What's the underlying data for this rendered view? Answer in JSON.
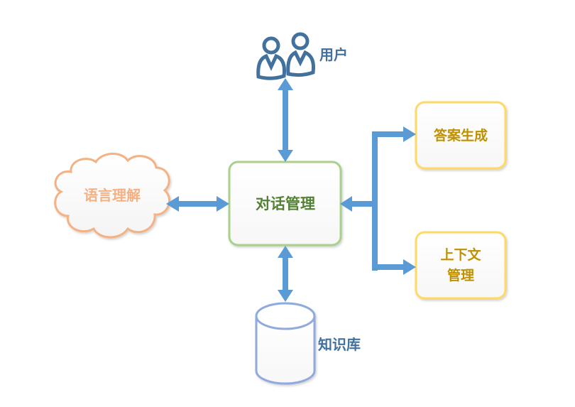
{
  "nodes": {
    "user": {
      "label": "用户"
    },
    "nlu": {
      "label": "语言理解"
    },
    "dialog_manager": {
      "label": "对话管理"
    },
    "answer_generation": {
      "label": "答案生成"
    },
    "context_management": {
      "label_line1": "上下文",
      "label_line2": "管理"
    },
    "knowledge_base": {
      "label": "知识库"
    }
  },
  "colors": {
    "arrow": "#5b9bd5",
    "user_icon": "#41719c",
    "user_label": "#41719c",
    "cloud_stroke": "#f4b183",
    "cloud_label": "#f4b183",
    "dialog_stroke": "#a9d18e",
    "dialog_label": "#548235",
    "yellow_stroke": "#ffd966",
    "yellow_label": "#bf9000",
    "kb_stroke": "#8faadc",
    "kb_label": "#41719c"
  }
}
